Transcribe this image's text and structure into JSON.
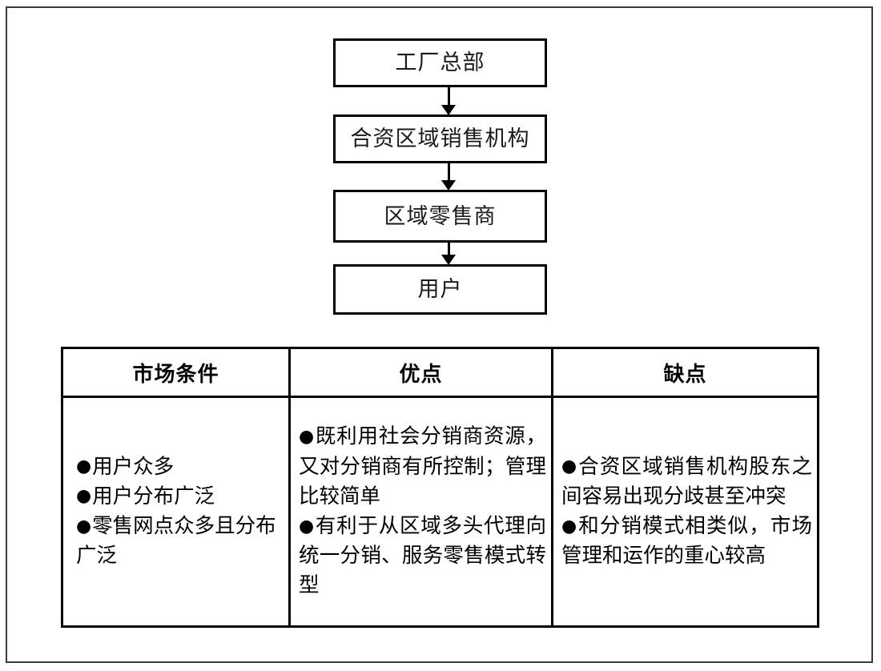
{
  "diagram": {
    "flow": {
      "nodes": [
        {
          "label": "工厂总部"
        },
        {
          "label": "合资区域销售机构"
        },
        {
          "label": "区域零售商"
        },
        {
          "label": "用户"
        }
      ],
      "connectors": [
        {
          "name": "arrow-down-icon",
          "from": "工厂总部",
          "to": "合资区域销售机构"
        },
        {
          "name": "arrow-down-icon",
          "from": "合资区域销售机构",
          "to": "区域零售商"
        },
        {
          "name": "arrow-down-icon",
          "from": "区域零售商",
          "to": "用户"
        }
      ]
    },
    "table": {
      "headers": [
        "市场条件",
        "优点",
        "缺点"
      ],
      "bullet_glyph": "●",
      "columns": {
        "market_conditions": [
          "用户众多",
          "用户分布广泛",
          "零售网点众多且分布广泛"
        ],
        "advantages": [
          "既利用社会分销商资源，又对分销商有所控制；管理比较简单",
          "有利于从区域多头代理向统一分销、服务零售模式转型"
        ],
        "disadvantages": [
          "合资区域销售机构股东之间容易出现分歧甚至冲突",
          "和分销模式相类似，市场管理和运作的重心较高"
        ]
      }
    }
  },
  "colors": {
    "frame": "#3a3a3a",
    "line": "#000000",
    "text": "#000000",
    "background": "#ffffff"
  }
}
